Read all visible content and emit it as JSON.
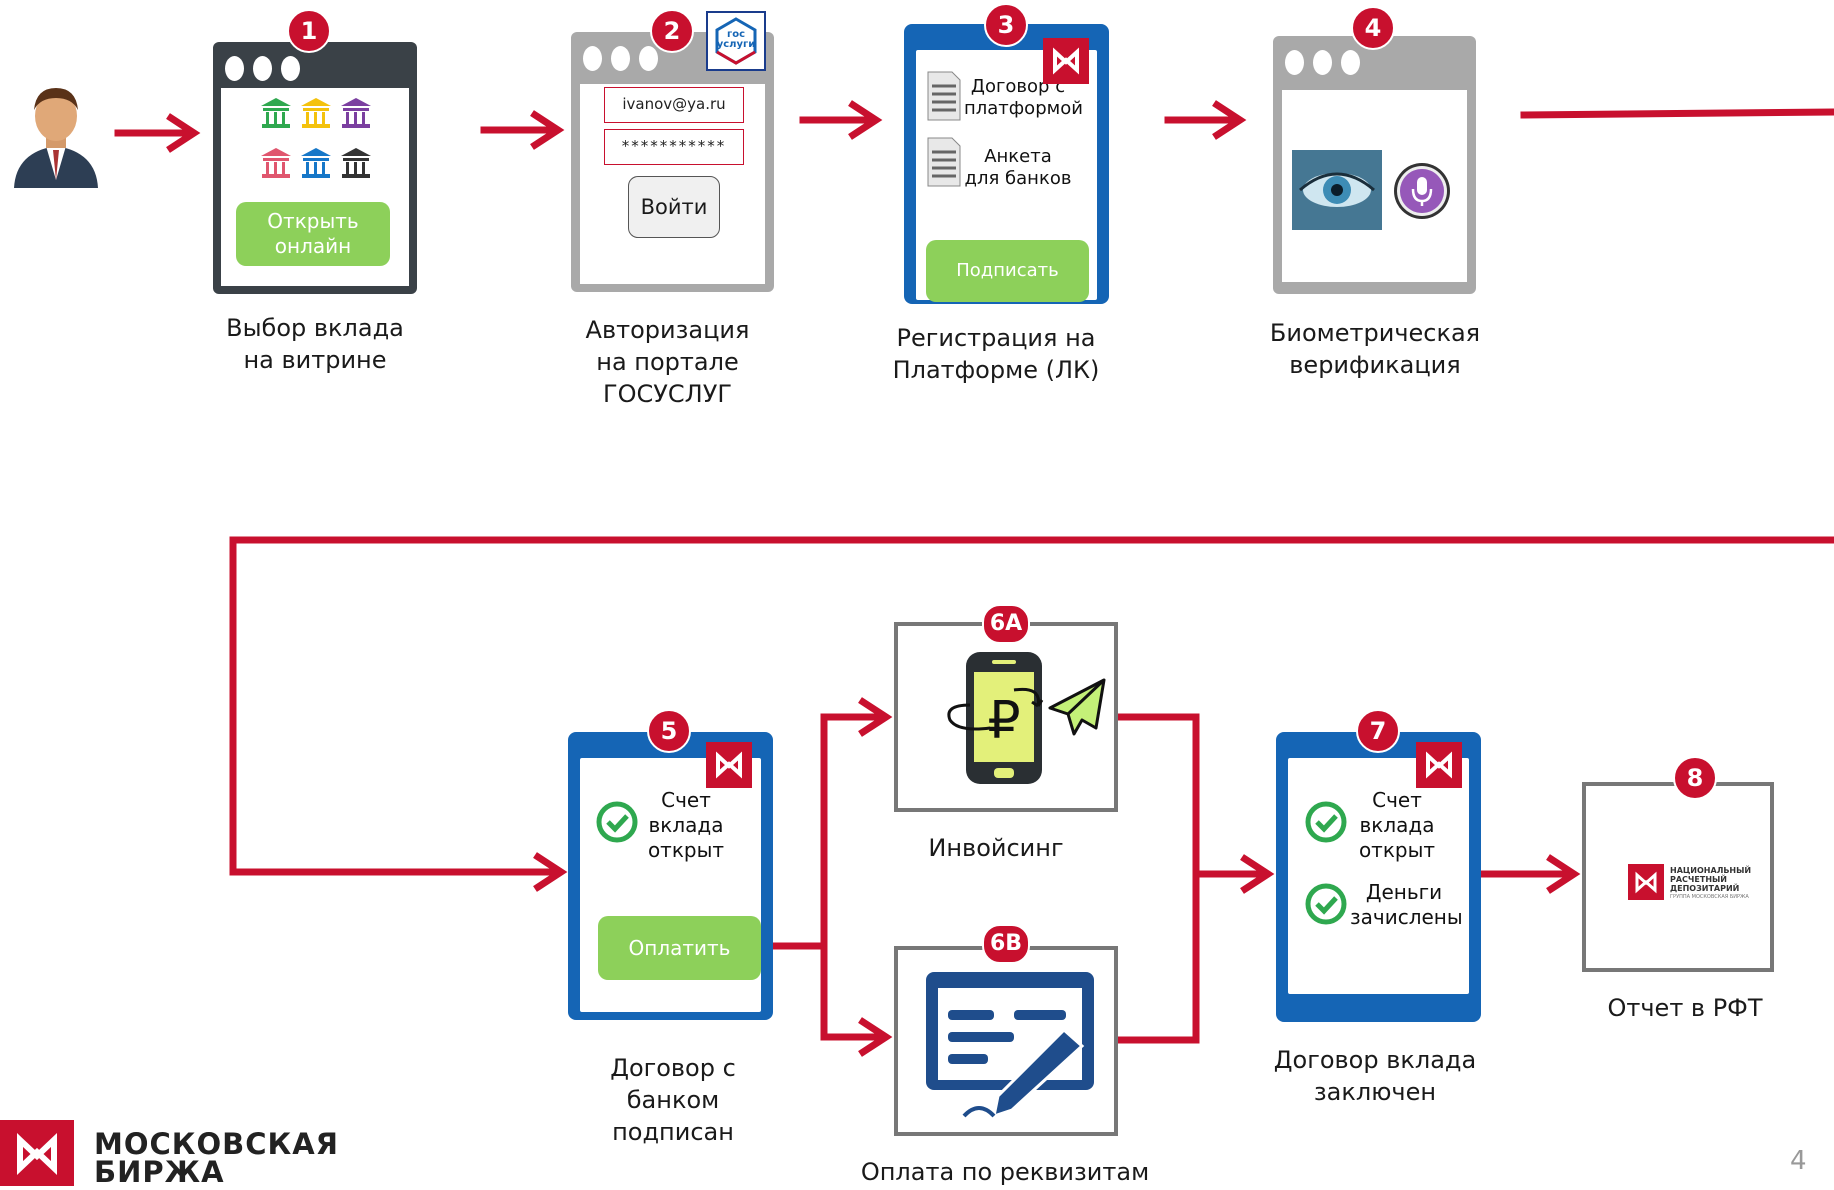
{
  "colors": {
    "arrow": "#c8102e",
    "badge": "#c8102e",
    "green": "#8dd05a",
    "blue": "#1565b5",
    "dark": "#3a4147",
    "grey": "#a9a9a9"
  },
  "steps": {
    "s1": {
      "badge": "1",
      "button": "Открыть онлайн",
      "caption": "Выбор вклада\nна витрине"
    },
    "s2": {
      "badge": "2",
      "logo": "гос услуги",
      "email": "ivanov@ya.ru",
      "password": "***********",
      "login": "Войти",
      "caption": "Авторизация\nна портале\nГОСУСЛУГ"
    },
    "s3": {
      "badge": "3",
      "doc1": "Договор с платформой",
      "doc2": "Анкета для банков",
      "button": "Подписать",
      "caption": "Регистрация на\nПлатформе (ЛК)"
    },
    "s4": {
      "badge": "4",
      "caption": "Биометрическая\nверификация"
    },
    "s5": {
      "badge": "5",
      "status": "Счет вклада открыт",
      "button": "Оплатить",
      "caption": "Договор с\nбанком\nподписан"
    },
    "s6a": {
      "badge": "6А",
      "caption": "Инвойсинг"
    },
    "s6b": {
      "badge": "6В",
      "caption": "Оплата по реквизитам"
    },
    "s7": {
      "badge": "7",
      "status1": "Счет вклада открыт",
      "status2": "Деньги зачислены",
      "caption": "Договор вклада\nзаключен"
    },
    "s8": {
      "badge": "8",
      "nsd_text": "НАЦИОНАЛЬНЫЙ РАСЧЕТНЫЙ ДЕПОЗИТАРИЙ",
      "nsd_sub": "ГРУППА МОСКОВСКАЯ БИРЖА",
      "caption": "Отчет в РФТ"
    }
  },
  "footer": {
    "brand_line1": "МОСКОВСКАЯ",
    "brand_line2": "БИРЖА",
    "page": "4"
  },
  "icons": [
    "user-avatar",
    "bank-icon",
    "gosuslugi-logo",
    "moex-logo",
    "document-icon",
    "eye-icon",
    "microphone-icon",
    "check-icon",
    "phone-ruble-icon",
    "paper-plane-icon",
    "form-pen-icon",
    "nsd-logo"
  ]
}
